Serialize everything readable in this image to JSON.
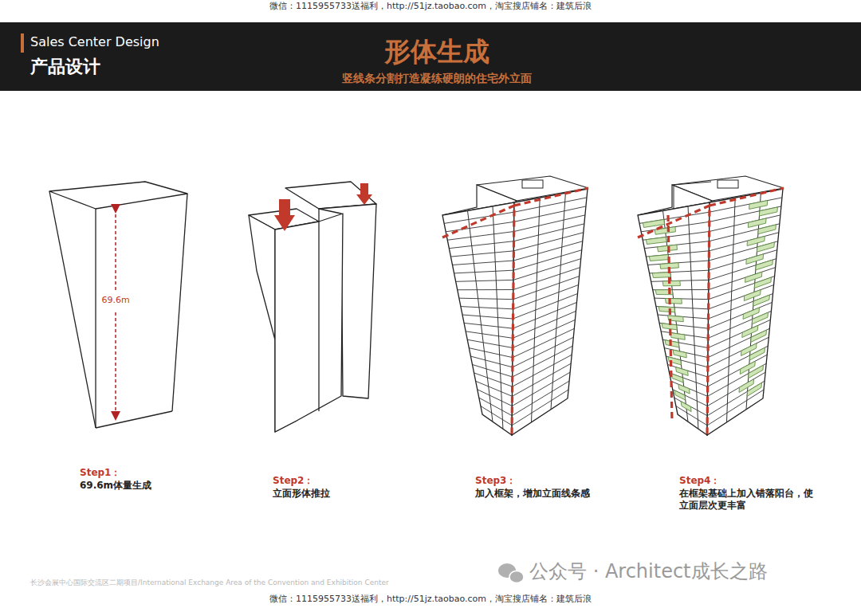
{
  "diagram": {
    "title": "形体生成",
    "labels": [
      "微信：1115955733送福利，http://51jz.taobao.com，淘宝搜店铺名：建筑后浪",
      "Sales Center Design",
      "产品设计",
      "竖线条分割打造凝练硬朗的住宅外立面",
      "69.6m",
      "Step1：",
      "69.6m体量生成",
      "Step2：",
      "立面形体推拉",
      "Step3：",
      "加入框架，增加立面线条感",
      "Step4：",
      "在框架基础上加入错落阳台，使立面层次更丰富",
      "长沙会展中心国际交流区二期项目/International Exchange Area of the Convention and Exhibition Center",
      "微信：1115955733送福利，http://51jz.taobao.com，淘宝搜店铺名：建筑后浪",
      "公众号 · Architect成长之路"
    ]
  }
}
